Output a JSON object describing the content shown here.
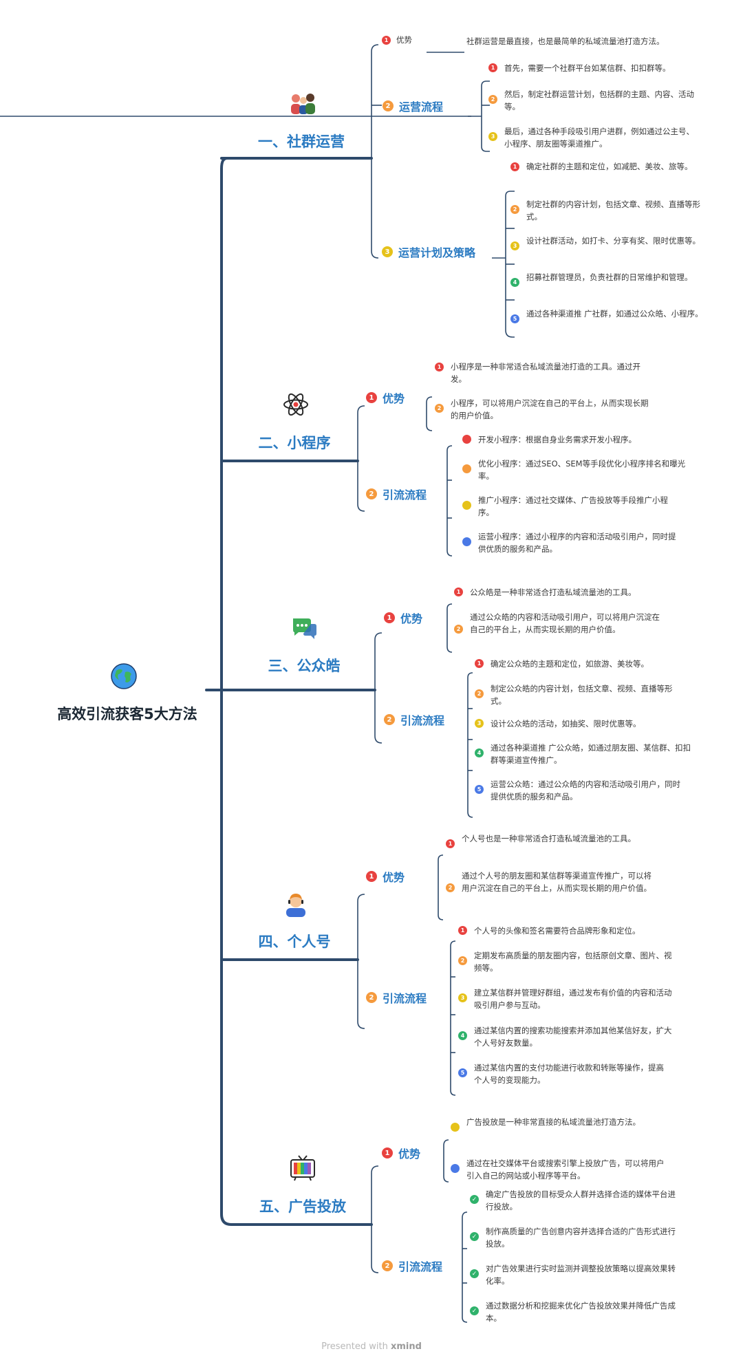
{
  "root": {
    "title": "高效引流获客5大方法",
    "icon": "globe-icon"
  },
  "colors": {
    "red": "#e8423f",
    "orange": "#f59a3d",
    "yellow": "#e6c21a",
    "green": "#2fb26b",
    "blue": "#4a79e6",
    "line": "#2e4a6b",
    "title": "#2b7bc2"
  },
  "sections": [
    {
      "title": "一、社群运营",
      "icon": "people-icon",
      "advantage_label": "优势",
      "advantage_text": "社群运营是最直接，也是最简单的私域流量池打造方法。",
      "process_label": "运营流程",
      "process": [
        "首先，需要一个社群平台如某信群、扣扣群等。",
        "然后，制定社群运营计划，包括群的主题、内容、活动等。",
        "最后，通过各种手段吸引用户进群，例如通过公主号、小程序、朋友圈等渠道推广。"
      ],
      "strategy_label": "运营计划及策略",
      "strategy": [
        "确定社群的主题和定位，如减肥、美妆、旅等。",
        "制定社群的内容计划，包括文章、视频、直播等形式。",
        "设计社群活动，如打卡、分享有奖、限时优惠等。",
        "招募社群管理员，负责社群的日常维护和管理。",
        "通过各种渠道推 广社群，如通过公众皓、小程序。"
      ]
    },
    {
      "title": "二、小程序",
      "icon": "atom-icon",
      "advantage_label": "优势",
      "advantages": [
        "小程序是一种非常适合私域流量池打造的工具。通过开发。",
        "小程序，可以将用户沉淀在自己的平台上，从而实现长期的用户价值。"
      ],
      "process_label": "引流流程",
      "process": [
        "开发小程序：根据自身业务需求开发小程序。",
        "优化小程序：通过SEO、SEM等手段优化小程序排名和曝光率。",
        "推广小程序：通过社交媒体、广告投放等手段推广小程序。",
        "运营小程序：通过小程序的内容和活动吸引用户，同时提供优质的服务和产品。"
      ]
    },
    {
      "title": "三、公众皓",
      "icon": "chat-icon",
      "advantage_label": "优势",
      "advantages": [
        "公众皓是一种非常适合打造私域流量池的工具。",
        "通过公众皓的内容和活动吸引用户，可以将用户沉淀在自己的平台上，从而实现长期的用户价值。"
      ],
      "process_label": "引流流程",
      "process": [
        "确定公众皓的主题和定位，如旅游、美妆等。",
        "制定公众皓的内容计划，包括文章、视频、直播等形式。",
        "设计公众皓的活动，如抽奖、限时优惠等。",
        "通过各种渠道推 广公众皓，如通过朋友圈、某信群、扣扣群等渠道宣传推广。",
        "运营公众皓：通过公众皓的内容和活动吸引用户，同时提供优质的服务和产品。"
      ]
    },
    {
      "title": "四、个人号",
      "icon": "person-icon",
      "advantage_label": "优势",
      "advantages": [
        "个人号也是一种非常适合打造私域流量池的工具。",
        "通过个人号的朋友圈和某信群等渠道宣传推广，可以将用户沉淀在自己的平台上，从而实现长期的用户价值。"
      ],
      "process_label": "引流流程",
      "process": [
        "个人号的头像和签名需要符合品牌形象和定位。",
        "定期发布高质量的朋友圈内容，包括原创文章、图片、视频等。",
        "建立某信群并管理好群组，通过发布有价值的内容和活动吸引用户参与互动。",
        "通过某信内置的搜索功能搜索并添加其他某信好友，扩大个人号好友数量。",
        "通过某信内置的支付功能进行收款和转账等操作，提高个人号的变现能力。"
      ]
    },
    {
      "title": "五、广告投放",
      "icon": "tv-icon",
      "advantage_label": "优势",
      "advantages": [
        "广告投放是一种非常直接的私域流量池打造方法。",
        "通过在社交媒体平台或搜索引擎上投放广告，可以将用户引入自己的网站或小程序等平台。"
      ],
      "process_label": "引流流程",
      "process": [
        "确定广告投放的目标受众人群并选择合适的媒体平台进行投放。",
        "制作高质量的广告创意内容并选择合适的广告形式进行投放。",
        "对广告效果进行实时监测并调整投放策略以提高效果转化率。",
        "通过数据分析和挖掘来优化广告投放效果并降低广告成本。"
      ]
    }
  ],
  "footer": {
    "prefix": "Presented with",
    "brand": "xmind"
  }
}
